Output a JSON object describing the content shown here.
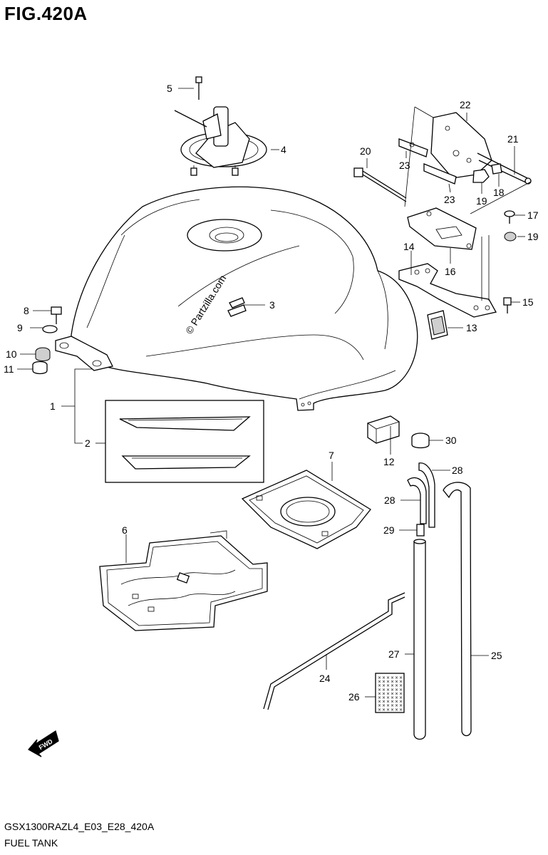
{
  "figure_title": "FIG.420A",
  "footer": {
    "model_code": "GSX1300RAZL4_E03_E28_420A",
    "section_name": "FUEL TANK"
  },
  "watermark": "© Partzilla.com",
  "direction_badge": "FWD",
  "callouts": [
    {
      "label": "1"
    },
    {
      "label": "2"
    },
    {
      "label": "3"
    },
    {
      "label": "4"
    },
    {
      "label": "5"
    },
    {
      "label": "6"
    },
    {
      "label": "7"
    },
    {
      "label": "8"
    },
    {
      "label": "9"
    },
    {
      "label": "10"
    },
    {
      "label": "11"
    },
    {
      "label": "12"
    },
    {
      "label": "13"
    },
    {
      "label": "14"
    },
    {
      "label": "15"
    },
    {
      "label": "16"
    },
    {
      "label": "17"
    },
    {
      "label": "18"
    },
    {
      "label": "19"
    },
    {
      "label": "19"
    },
    {
      "label": "20"
    },
    {
      "label": "21"
    },
    {
      "label": "22"
    },
    {
      "label": "23"
    },
    {
      "label": "23"
    },
    {
      "label": "24"
    },
    {
      "label": "25"
    },
    {
      "label": "26"
    },
    {
      "label": "27"
    },
    {
      "label": "28"
    },
    {
      "label": "28"
    },
    {
      "label": "29"
    },
    {
      "label": "30"
    }
  ]
}
